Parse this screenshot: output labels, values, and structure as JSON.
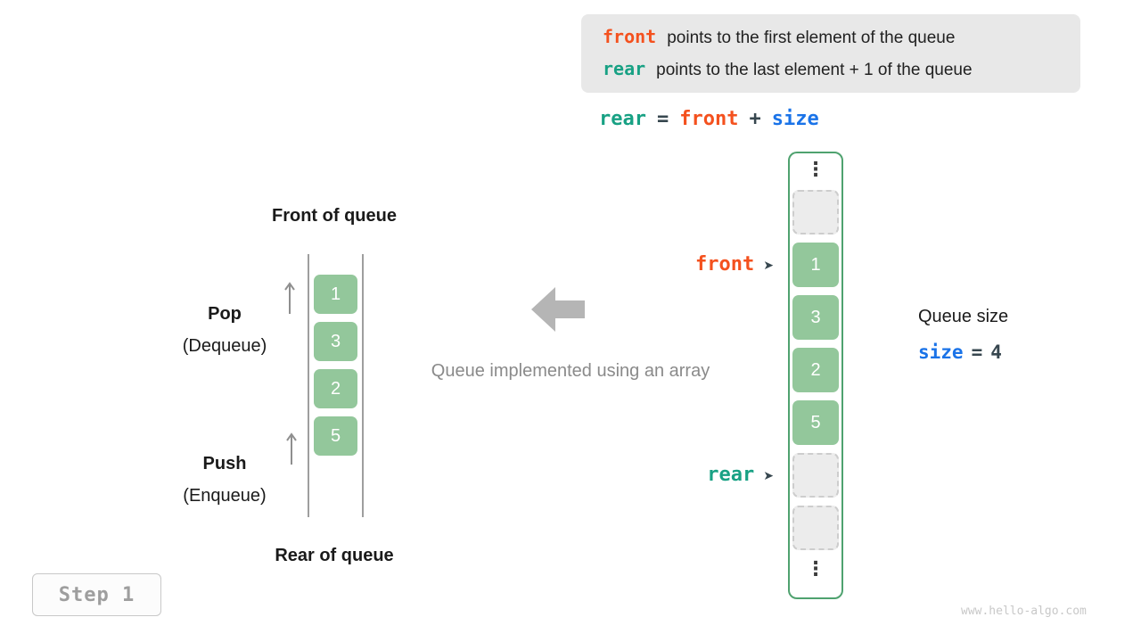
{
  "colors": {
    "front_orange": "#f4511e",
    "rear_teal": "#18a184",
    "size_blue": "#1a73e8",
    "cell_green": "#93c79b",
    "array_border_green": "#4fa26f",
    "info_box_bg": "#e8e8e8",
    "muted_gray": "#8a8a8a"
  },
  "info_box": {
    "lines": [
      {
        "code": "front",
        "text": "points to the first element of the queue"
      },
      {
        "code": "rear",
        "text": "points to the last element + 1 of the queue"
      }
    ]
  },
  "formula": {
    "rear": "rear",
    "equals": "=",
    "front": "front",
    "plus": "+",
    "size": "size"
  },
  "left_queue": {
    "front_label": "Front of queue",
    "rear_label": "Rear of queue",
    "pop_label": "Pop",
    "pop_sublabel": "(Dequeue)",
    "push_label": "Push",
    "push_sublabel": "(Enqueue)",
    "values": [
      "1",
      "3",
      "2",
      "5"
    ]
  },
  "center_caption": "Queue implemented using an array",
  "array": {
    "ellipsis": "⋮",
    "values": [
      "1",
      "3",
      "2",
      "5"
    ],
    "front_pointer": {
      "label": "front",
      "arrow": "➤"
    },
    "rear_pointer": {
      "label": "rear",
      "arrow": "➤"
    }
  },
  "queue_size": {
    "title": "Queue size",
    "code": "size",
    "equals": "=",
    "value": "4"
  },
  "step_badge": "Step 1",
  "watermark": "www.hello-algo.com"
}
